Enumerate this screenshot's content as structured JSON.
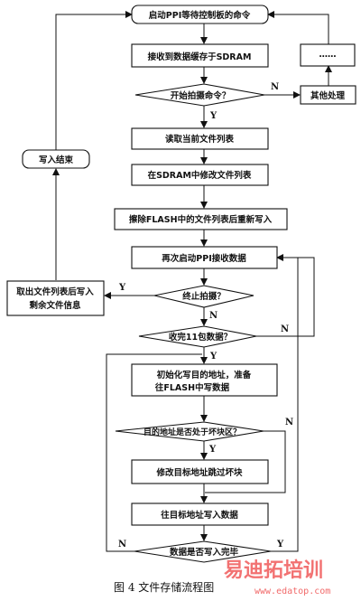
{
  "nodes": {
    "start": "启动PPI等待控制板的命令",
    "receive": "接收到数据缓存于SDRAM",
    "start_shoot": "开始拍摄命令？",
    "other": "其他处理",
    "dots": "……",
    "read_list": "读取当前文件列表",
    "modify_list": "在SDRAM中修改文件列表",
    "erase_flash": "擦除FLASH中的文件列表后重新写入",
    "restart_ppi": "再次启动PPI接收数据",
    "end_shoot": "终止拍摄？",
    "fetch_list_1": "取出文件列表后写入",
    "fetch_list_2": "剩余文件信息",
    "write_end": "写入结束",
    "recv_11": "收完11包数据？",
    "init_addr_1": "初始化写目的地址，准备",
    "init_addr_2": "往FLASH中写数据",
    "bad_block": "目的地址是否处于坏块区？",
    "modify_addr": "修改目标地址跳过坏块",
    "write_data": "往目标地址写入数据",
    "write_done": "数据是否写入完毕"
  },
  "labels": {
    "yes": "Y",
    "no": "N"
  },
  "caption": "图 4    文件存储流程图",
  "watermark": {
    "brand": "易迪拓培训",
    "url": "www.edatop.com"
  }
}
